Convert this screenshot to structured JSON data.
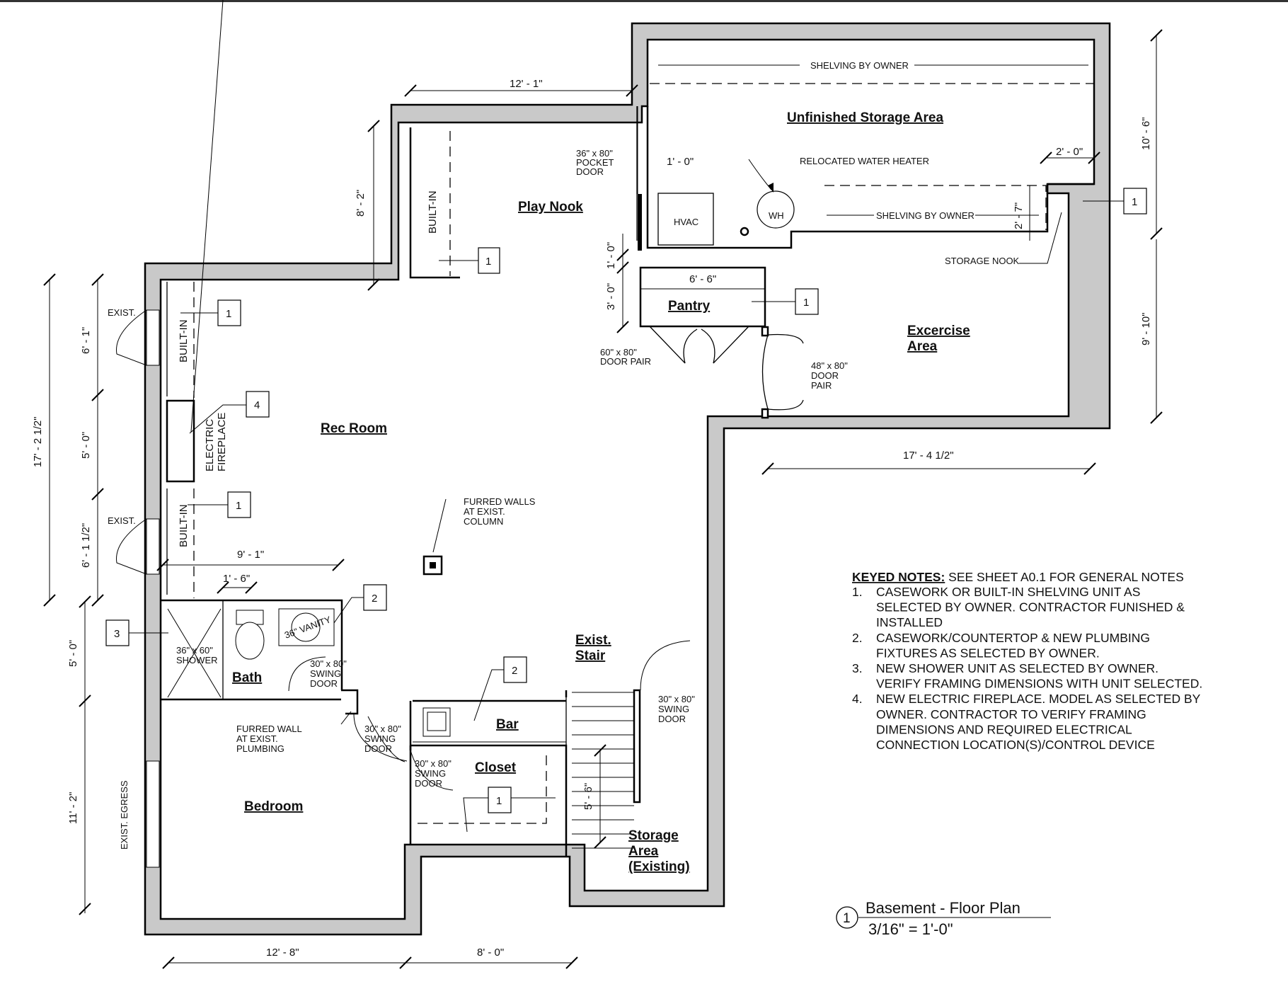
{
  "rooms": {
    "unfinished_storage": "Unfinished Storage Area",
    "play_nook": "Play Nook",
    "rec_room": "Rec Room",
    "pantry": "Pantry",
    "exercise_1": "Excercise",
    "exercise_2": "Area",
    "exist_stair_1": "Exist.",
    "exist_stair_2": "Stair",
    "bath": "Bath",
    "bar": "Bar",
    "closet": "Closet",
    "bedroom": "Bedroom",
    "storage_existing_1": "Storage",
    "storage_existing_2": "Area",
    "storage_existing_3": "(Existing)"
  },
  "labels": {
    "shelving_top": "SHELVING BY OWNER",
    "shelving_mid": "SHELVING BY OWNER",
    "relocated_wh": "RELOCATED WATER HEATER",
    "hvac": "HVAC",
    "wh": "WH",
    "storage_nook": "STORAGE NOOK",
    "pocket_door_1": "36\" x 80\"",
    "pocket_door_2": "POCKET",
    "pocket_door_3": "DOOR",
    "door_pair_60_1": "60\" x 80\"",
    "door_pair_60_2": "DOOR PAIR",
    "door_pair_48_1": "48\" x 80\"",
    "door_pair_48_2": "DOOR",
    "door_pair_48_3": "PAIR",
    "built_in_play": "BUILT-IN",
    "built_in_rec_1": "BUILT-IN",
    "built_in_rec_2": "BUILT-IN",
    "electric_1": "ELECTRIC",
    "electric_2": "FIREPLACE",
    "exist_1": "EXIST.",
    "exist_2": "EXIST.",
    "exist_egress": "EXIST. EGRESS",
    "furred_col_1": "FURRED WALLS",
    "furred_col_2": "AT EXIST.",
    "furred_col_3": "COLUMN",
    "shower_1": "36\" x 60\"",
    "shower_2": "SHOWER",
    "vanity": "36\" VANITY",
    "swing_bath_1": "30\" x 80\"",
    "swing_bath_2": "SWING",
    "swing_bath_3": "DOOR",
    "furred_plumb_1": "FURRED WALL",
    "furred_plumb_2": "AT EXIST.",
    "furred_plumb_3": "PLUMBING",
    "swing_bed_1": "30\" x 80\"",
    "swing_bed_2": "SWING",
    "swing_bed_3": "DOOR",
    "swing_closet_1": "30\" x 80\"",
    "swing_closet_2": "SWING",
    "swing_closet_3": "DOOR",
    "swing_stair_1": "30\" x 80\"",
    "swing_stair_2": "SWING",
    "swing_stair_3": "DOOR"
  },
  "dimensions": {
    "d_12_1": "12' - 1\"",
    "d_8_2": "8' - 2\"",
    "d_1_0_a": "1' - 0\"",
    "d_1_0_b": "1' - 0\"",
    "d_3_0": "3' - 0\"",
    "d_6_6": "6' - 6\"",
    "d_10_6": "10' - 6\"",
    "d_2_0": "2' - 0\"",
    "d_2_7": "2' - 7\"",
    "d_9_10": "9' - 10\"",
    "d_17_4_half": "17' - 4 1/2\"",
    "d_17_2_half": "17' - 2 1/2\"",
    "d_6_1": "6' - 1\"",
    "d_5_0_a": "5' - 0\"",
    "d_6_1_half": "6' - 1 1/2\"",
    "d_5_0_b": "5' - 0\"",
    "d_11_2": "11' - 2\"",
    "d_9_1": "9' - 1\"",
    "d_1_6": "1' - 6\"",
    "d_5_6": "5' - 6\"",
    "d_12_8": "12' - 8\"",
    "d_8_0": "8' - 0\""
  },
  "tags": {
    "t_pantry": "1",
    "t_storage": "1",
    "t_play": "1",
    "t_rec_top": "1",
    "t_fireplace": "4",
    "t_rec_bottom": "1",
    "t_shower": "3",
    "t_vanity": "2",
    "t_bar": "2",
    "t_closet": "1"
  },
  "keyed_notes": {
    "heading": "KEYED NOTES:",
    "heading_rest": " SEE SHEET A0.1 FOR GENERAL NOTES",
    "lines": [
      {
        "num": "1.",
        "text": "CASEWORK OR BUILT-IN SHELVING UNIT AS"
      },
      {
        "num": "",
        "text": "SELECTED BY OWNER. CONTRACTOR FUNISHED &"
      },
      {
        "num": "",
        "text": "INSTALLED"
      },
      {
        "num": "2.",
        "text": "CASEWORK/COUNTERTOP & NEW PLUMBING"
      },
      {
        "num": "",
        "text": "FIXTURES AS SELECTED BY OWNER."
      },
      {
        "num": "3.",
        "text": "NEW SHOWER UNIT AS SELECTED BY OWNER."
      },
      {
        "num": "",
        "text": "VERIFY FRAMING DIMENSIONS WITH UNIT SELECTED."
      },
      {
        "num": "4.",
        "text": "NEW ELECTRIC FIREPLACE.  MODEL AS SELECTED BY"
      },
      {
        "num": "",
        "text": "OWNER.  CONTRACTOR TO VERIFY FRAMING"
      },
      {
        "num": "",
        "text": "DIMENSIONS AND REQUIRED ELECTRICAL"
      },
      {
        "num": "",
        "text": "CONNECTION LOCATION(S)/CONTROL DEVICE"
      }
    ]
  },
  "title_block": {
    "number": "1",
    "title": "Basement - Floor Plan",
    "scale": "3/16\" = 1'-0\""
  }
}
